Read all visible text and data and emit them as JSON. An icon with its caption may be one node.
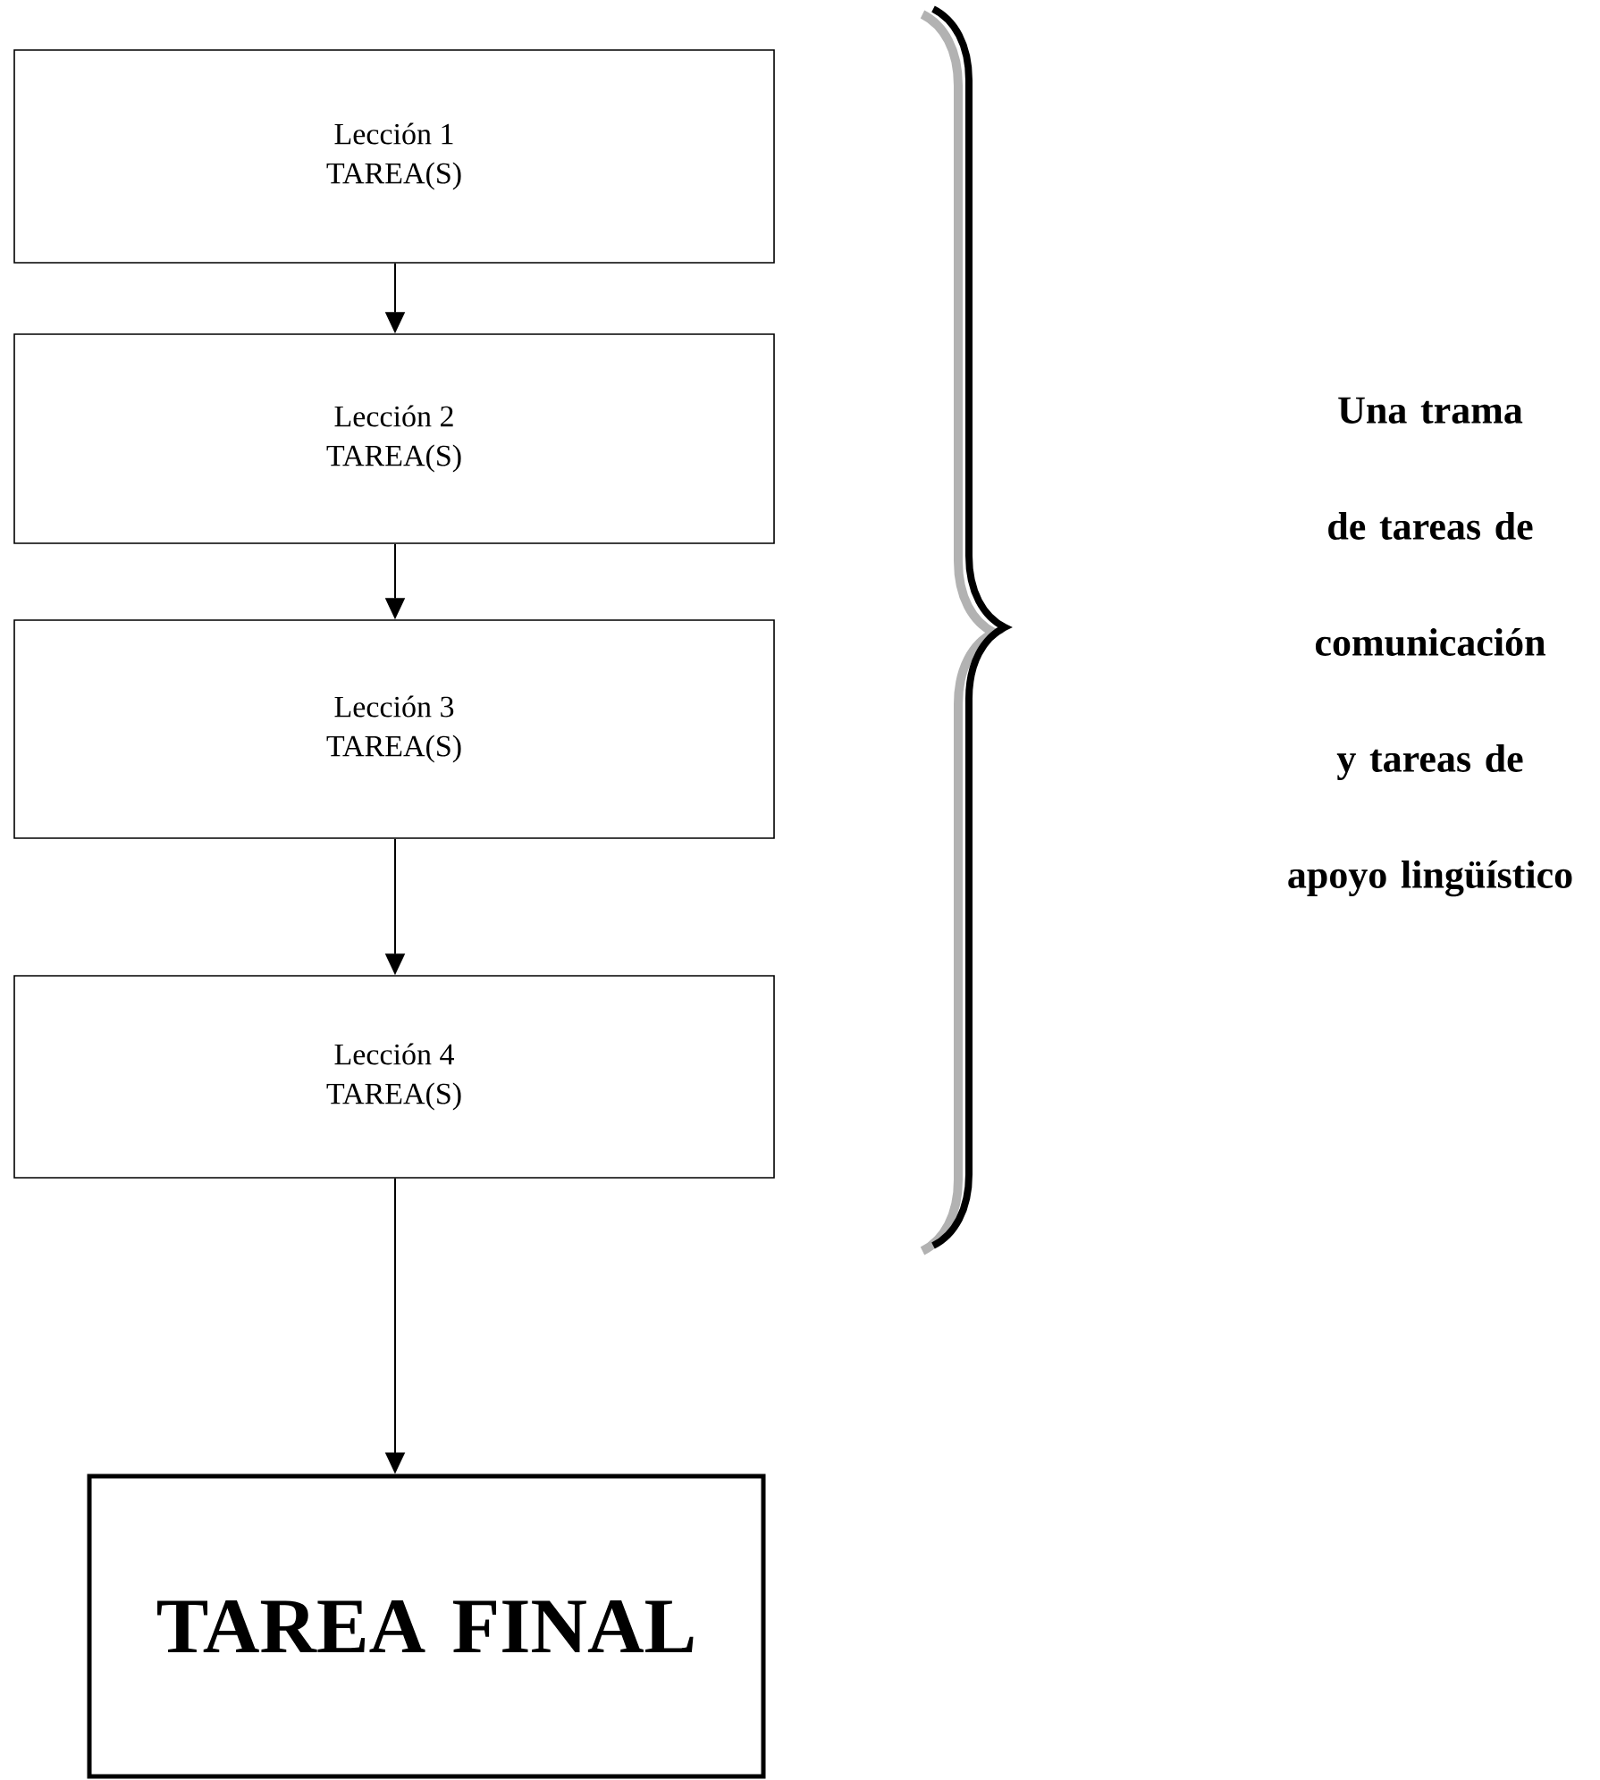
{
  "diagram": {
    "nodes": [
      {
        "text": [
          "Lección 1",
          "TAREA(S)"
        ]
      },
      {
        "text": [
          "Lección 2",
          "TAREA(S)"
        ]
      },
      {
        "text": [
          "Lección 3",
          "TAREA(S)"
        ]
      },
      {
        "text": [
          "Lección 4",
          "TAREA(S)"
        ]
      },
      {
        "text": [
          "TAREA FINAL"
        ]
      }
    ],
    "edges": [
      {
        "from": 0,
        "to": 1,
        "arrow": "to"
      },
      {
        "from": 1,
        "to": 2,
        "arrow": "to"
      },
      {
        "from": 2,
        "to": 3,
        "arrow": "to"
      },
      {
        "from": 3,
        "to": 4,
        "arrow": "to"
      }
    ],
    "labels": [
      "Una trama de tareas de comunicación y tareas de apoyo lingüístico"
    ]
  }
}
